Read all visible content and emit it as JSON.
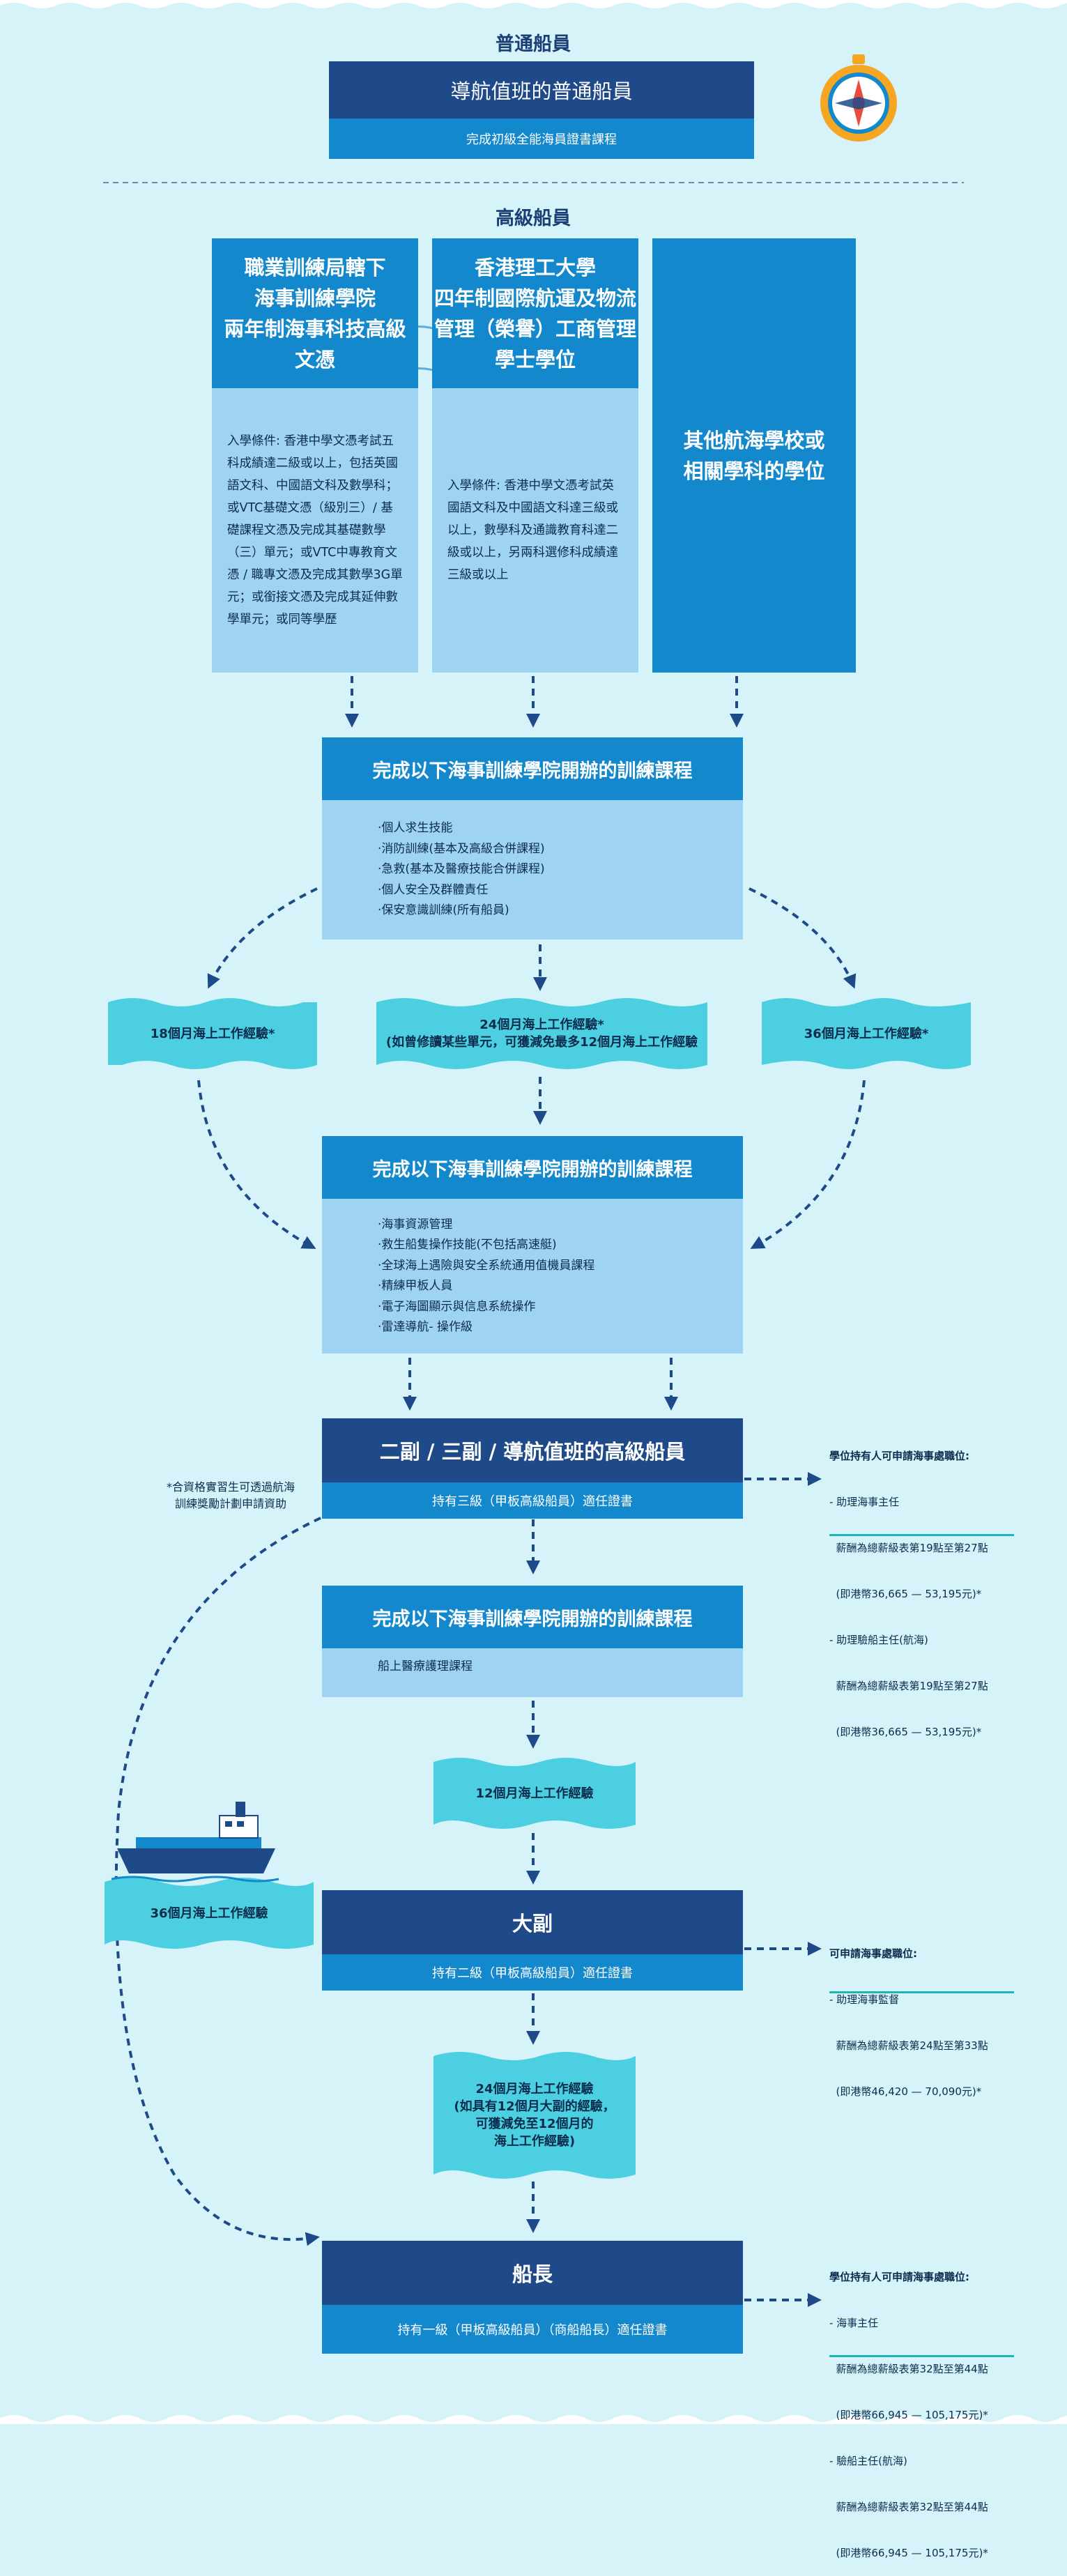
{
  "ratings": {
    "heading": "普通船員",
    "title": "導航值班的普通船員",
    "subtitle": "完成初級全能海員證書課程"
  },
  "officers": {
    "heading": "高級船員",
    "paths": [
      {
        "title": "職業訓練局轄下\n海事訓練學院\n兩年制海事科技高級\n文憑",
        "requirement": "入學條件: 香港中學文憑考試五科成績達二級或以上，包括英國語文科、中國語文科及數學科；或VTC基礎文憑（級別三）/ 基礎課程文憑及完成其基礎數學（三）單元；或VTC中專教育文憑 / 職專文憑及完成其數學3G單元；或銜接文憑及完成其延伸數學單元；或同等學歷",
        "icon": "book-icon"
      },
      {
        "title": "香港理工大學\n四年制國際航運及物流\n管理（榮譽）工商管理\n學士學位",
        "requirement": "入學條件: 香港中學文憑考試英國語文科及中國語文科達三級或以上，數學科及通識教育科達二級或以上，另兩科選修科成績達三級或以上",
        "icon": "building-icon"
      },
      {
        "title": "其他航海學校或\n相關學科的學位",
        "requirement": "",
        "icon": "certificate-icon"
      }
    ]
  },
  "course1": {
    "title": "完成以下海事訓練學院開辦的訓練課程",
    "items": [
      "·個人求生技能",
      "·消防訓練(基本及高級合併課程)",
      "·急救(基本及醫療技能合併課程)",
      "·個人安全及群體責任",
      "·保安意識訓練(所有船員)"
    ]
  },
  "sea_service": {
    "left": "18個月海上工作經驗*",
    "middle": "24個月海上工作經驗*\n(如曾修讀某些單元，可獲減免最多12個月海上工作經驗",
    "right": "36個月海上工作經驗*"
  },
  "course2": {
    "title": "完成以下海事訓練學院開辦的訓練課程",
    "items": [
      "·海事資源管理",
      "·救生船隻操作技能(不包括高速艇)",
      "·全球海上遇險與安全系統通用值機員課程",
      "·精練甲板人員",
      "·電子海圖顯示與信息系統操作",
      "·雷達導航- 操作級"
    ]
  },
  "officer3": {
    "title": "二副 / 三副 / 導航值班的高級船員",
    "subtitle": "持有三級（甲板高級船員）適任證書"
  },
  "cadet_note": "*合資格實習生可透過航海\n訓練獎勵計劃申請資助",
  "course3": {
    "title": "完成以下海事訓練學院開辦的訓練課程",
    "items": [
      "船上醫療護理課程"
    ]
  },
  "sea12": "12個月海上工作經驗",
  "sea36_left": "36個月海上工作經驗",
  "chief_officer": {
    "title": "大副",
    "subtitle": "持有二級（甲板高級船員）適任證書"
  },
  "sea24_chief": "24個月海上工作經驗\n(如具有12個月大副的經驗，\n可獲減免至12個月的\n海上工作經驗)",
  "master": {
    "title": "船長",
    "subtitle": "持有一級（甲板高級船員）（商船船長）適任證書"
  },
  "jobs_officer3": {
    "title": "學位持有人可申請海事處職位:",
    "lines": [
      "- 助理海事主任",
      "  薪酬為總薪級表第19點至第27點",
      "  (即港幣36,665 — 53,195元)*",
      "- 助理驗船主任(航海)",
      "  薪酬為總薪級表第19點至第27點",
      "  (即港幣36,665 — 53,195元)*"
    ]
  },
  "jobs_chief": {
    "title": "可申請海事處職位:",
    "lines": [
      "- 助理海事監督",
      "  薪酬為總薪級表第24點至第33點",
      "  (即港幣46,420 — 70,090元)*"
    ]
  },
  "jobs_master": {
    "title": "學位持有人可申請海事處職位:",
    "lines": [
      "- 海事主任",
      "  薪酬為總薪級表第32點至第44點",
      "  (即港幣66,945 — 105,175元)*",
      "- 驗船主任(航海)",
      "  薪酬為總薪級表第32點至第44點",
      "  (即港幣66,945 — 105,175元)*"
    ]
  },
  "colors": {
    "navy": "#1f4a8a",
    "blue": "#1388cc",
    "light_blue": "#9ed3f1",
    "wave": "#4ccfe0",
    "background": "#d6f3fa"
  }
}
